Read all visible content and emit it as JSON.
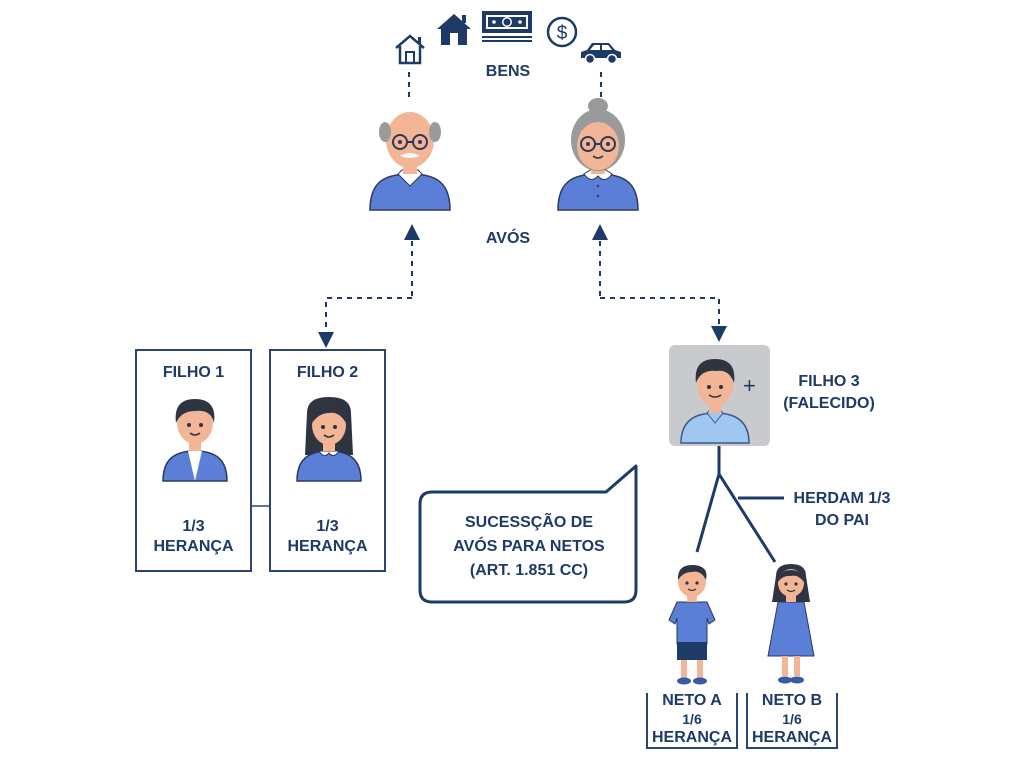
{
  "assets": {
    "label": "BENS",
    "icons": [
      "house-outline-icon",
      "house-filled-icon",
      "banknote-icon",
      "dollar-coin-icon",
      "car-icon"
    ]
  },
  "grandparents": {
    "label": "AVÓS",
    "grandfather": "avô",
    "grandmother": "avó"
  },
  "children": [
    {
      "name": "FILHO 1",
      "share": "1/3",
      "share_label": "HERANÇA"
    },
    {
      "name": "FILHO 2",
      "share": "1/3",
      "share_label": "HERANÇA"
    },
    {
      "name": "FILHO 3",
      "status": "(FALECIDO)",
      "deceased_mark": "+"
    }
  ],
  "inherit_note": {
    "line1": "HERDAM 1/3",
    "line2": "DO PAI"
  },
  "callout": {
    "line1": "SUCESSÇÃO DE",
    "line2": "AVÓS PARA NETOS",
    "line3": "(ART. 1.851 CC)"
  },
  "grandchildren": [
    {
      "name": "NETO A",
      "share": "1/6",
      "share_label": "HERANÇA"
    },
    {
      "name": "NETO B",
      "share": "1/6",
      "share_label": "HERANÇA"
    }
  ],
  "colors": {
    "navy": "#1e3a66",
    "shirt": "#5b7fd6",
    "skin": "#f2b596",
    "hair": "#2e3440",
    "gray_bg": "#c9cacd"
  }
}
